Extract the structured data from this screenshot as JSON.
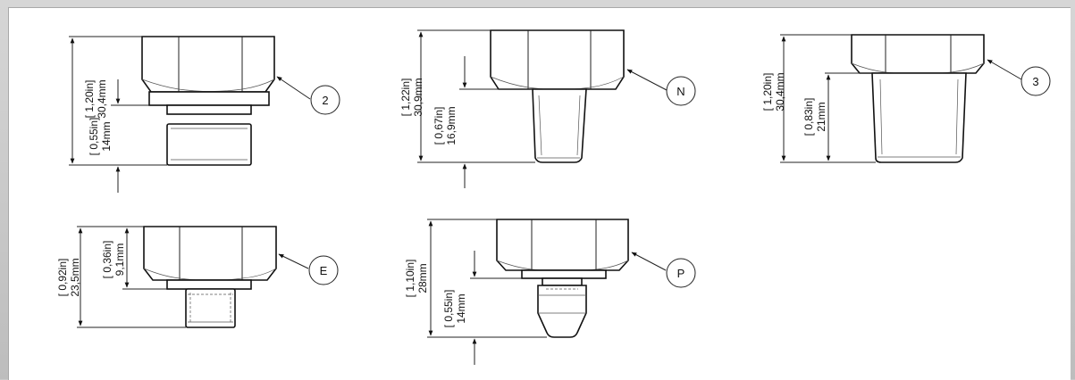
{
  "variants": [
    {
      "tag": "2",
      "overall_in": "[ 1,20in]",
      "overall_mm": "30,4mm",
      "thread_in": "[ 0,55in]",
      "thread_mm": "14mm"
    },
    {
      "tag": "N",
      "overall_in": "[ 1,22in]",
      "overall_mm": "30,9mm",
      "thread_in": "[ 0,67in]",
      "thread_mm": "16,9mm"
    },
    {
      "tag": "3",
      "overall_in": "[ 1,20in]",
      "overall_mm": "30,4mm",
      "thread_in": "[ 0,83in]",
      "thread_mm": "21mm"
    },
    {
      "tag": "E",
      "overall_in": "[ 0,92in]",
      "overall_mm": "23,5mm",
      "thread_in": "[ 0,36in]",
      "thread_mm": "9,1mm"
    },
    {
      "tag": "P",
      "overall_in": "[ 1,10in]",
      "overall_mm": "28mm",
      "thread_in": "[ 0,55in]",
      "thread_mm": "14mm"
    }
  ],
  "colors": {
    "background": "#c9c9c9",
    "sheet": "#ffffff",
    "ink": "#111111"
  }
}
